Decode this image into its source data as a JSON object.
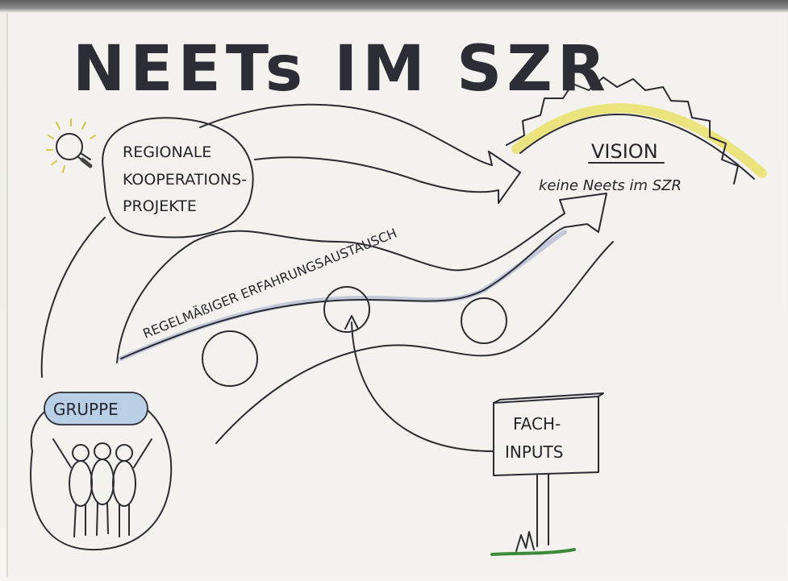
{
  "title": {
    "main": "NEETs IM SZR"
  },
  "vision": {
    "heading": "VISION",
    "subtitle": "keine Neets im SZR"
  },
  "projects": {
    "line1": "REGIONALE",
    "line2": "KOOPERATIONS-",
    "line3": "PROJEKTE"
  },
  "exchange": {
    "label": "REGELMÄßIGER ERFAHRUNGSAUSTAUSCH"
  },
  "group": {
    "label": "GRUPPE"
  },
  "inputs": {
    "line1": "FACH-",
    "line2": "INPUTS"
  },
  "colors": {
    "ink": "#2b2b33",
    "sun_glow": "#e9e27a",
    "group_fill": "#b9cfe6",
    "grass": "#3d8a3a",
    "shadow": "#a9b3c9"
  },
  "icons": [
    "lightbulb-icon",
    "sun-icon",
    "stick-figures-icon",
    "signpost-icon"
  ]
}
